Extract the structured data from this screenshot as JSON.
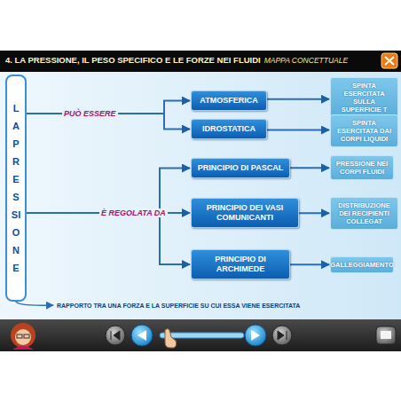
{
  "diagram": {
    "title": "4. LA PRESSIONE, IL PESO SPECIFICO E LE FORZE NEI FLUIDI",
    "nodes": [
      {
        "text": [
          "LA PRESSIONE"
        ]
      },
      {
        "text": [
          "ATMOSFERICA"
        ]
      },
      {
        "text": [
          "SPINTA ESERCITATA SULLA SUPERFICIE T"
        ]
      },
      {
        "text": [
          "IDROSTATICA"
        ]
      },
      {
        "text": [
          "SPINTA ESERCITATA DAI CORPI LIQUIDI"
        ]
      },
      {
        "text": [
          "PRINCIPIO DI PASCAL"
        ]
      },
      {
        "text": [
          "PRESSIONE NEI CORPI FLUIDI"
        ]
      },
      {
        "text": [
          "PRINCIPIO DEI VASI COMUNICANTI"
        ]
      },
      {
        "text": [
          "DISTRIBUZIONE DEI RECIPIENTI COLLEGAT"
        ]
      },
      {
        "text": [
          "PRINCIPIO DI ARCHIMEDE"
        ]
      },
      {
        "text": [
          "GALLEGGIAMENTO"
        ]
      }
    ],
    "edges": [
      {
        "from": 0,
        "to": 1,
        "arrow": "to"
      },
      {
        "from": 0,
        "to": 3,
        "arrow": "to"
      },
      {
        "from": 1,
        "to": 2,
        "arrow": "to"
      },
      {
        "from": 3,
        "to": 4,
        "arrow": "to"
      },
      {
        "from": 0,
        "to": 5,
        "arrow": "to"
      },
      {
        "from": 0,
        "to": 7,
        "arrow": "to"
      },
      {
        "from": 0,
        "to": 9,
        "arrow": "to"
      },
      {
        "from": 5,
        "to": 6,
        "arrow": "to"
      },
      {
        "from": 7,
        "to": 8,
        "arrow": "to"
      },
      {
        "from": 9,
        "to": 10,
        "arrow": "to"
      }
    ],
    "labels": [
      "MAPPA CONCETTUALE",
      "PUÒ ESSERE",
      "È REGOLATA DA",
      "RAPPORTO TRA UNA FORZA E LA SUPERFICIE SU CUI ESSA VIENE ESERCITATA"
    ]
  }
}
